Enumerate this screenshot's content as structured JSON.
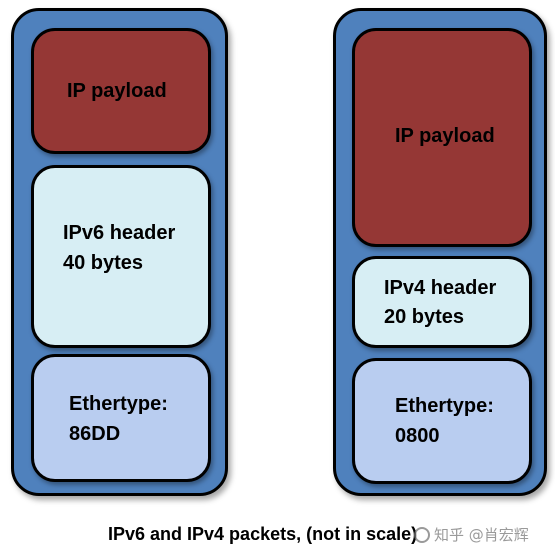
{
  "colors": {
    "stack_fill": "#4f81bd",
    "payload_fill": "#953735",
    "header_fill": "#d7eef4",
    "ethertype_fill": "#b9cdf0",
    "outline": "#000000"
  },
  "ipv6_stack": {
    "payload_label": "IP payload",
    "header_line1": "IPv6 header",
    "header_line2": "40 bytes",
    "ethertype_line1": "Ethertype:",
    "ethertype_line2": "86DD"
  },
  "ipv4_stack": {
    "payload_label": "IP payload",
    "header_line1": "IPv4 header",
    "header_line2": "20 bytes",
    "ethertype_line1": "Ethertype:",
    "ethertype_line2": "0800"
  },
  "caption": "IPv6 and IPv4 packets, (not in scale)",
  "watermark": "知乎 @肖宏辉"
}
